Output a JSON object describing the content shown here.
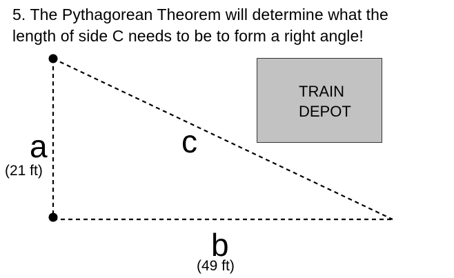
{
  "heading": {
    "line1": "5. The Pythagorean Theorem will determine what the",
    "line2": "length of side C needs to be to form a right angle!"
  },
  "triangle": {
    "side_a": {
      "label": "a",
      "length_text": "(21 ft)"
    },
    "side_b": {
      "label": "b",
      "length_text": "(49 ft)"
    },
    "side_c": {
      "label": "c"
    }
  },
  "depot": {
    "line1": "TRAIN",
    "line2": "DEPOT",
    "fill_color": "#c2c2c2"
  }
}
